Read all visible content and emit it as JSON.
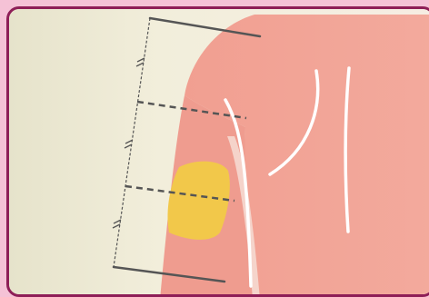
{
  "diagram": {
    "kind": "upper-arm-sections-diagram",
    "colors": {
      "frame_border": "#8e1e57",
      "outer_background": "#f5c2d6",
      "skin": "#f3a79a",
      "skin_shadow": "#ef9c8f",
      "highlight_lines": "#ffffff",
      "marker": "#f2c84a",
      "solid_lines": "#555555",
      "dashed_lines": "#555555",
      "bracket_line": "#555555"
    },
    "sections": [
      {
        "name": "upper-third"
      },
      {
        "name": "middle-third"
      },
      {
        "name": "lower-third"
      }
    ],
    "marked_section": "lower-third",
    "icons": {
      "equal-length-tick": "slash-pair"
    }
  }
}
